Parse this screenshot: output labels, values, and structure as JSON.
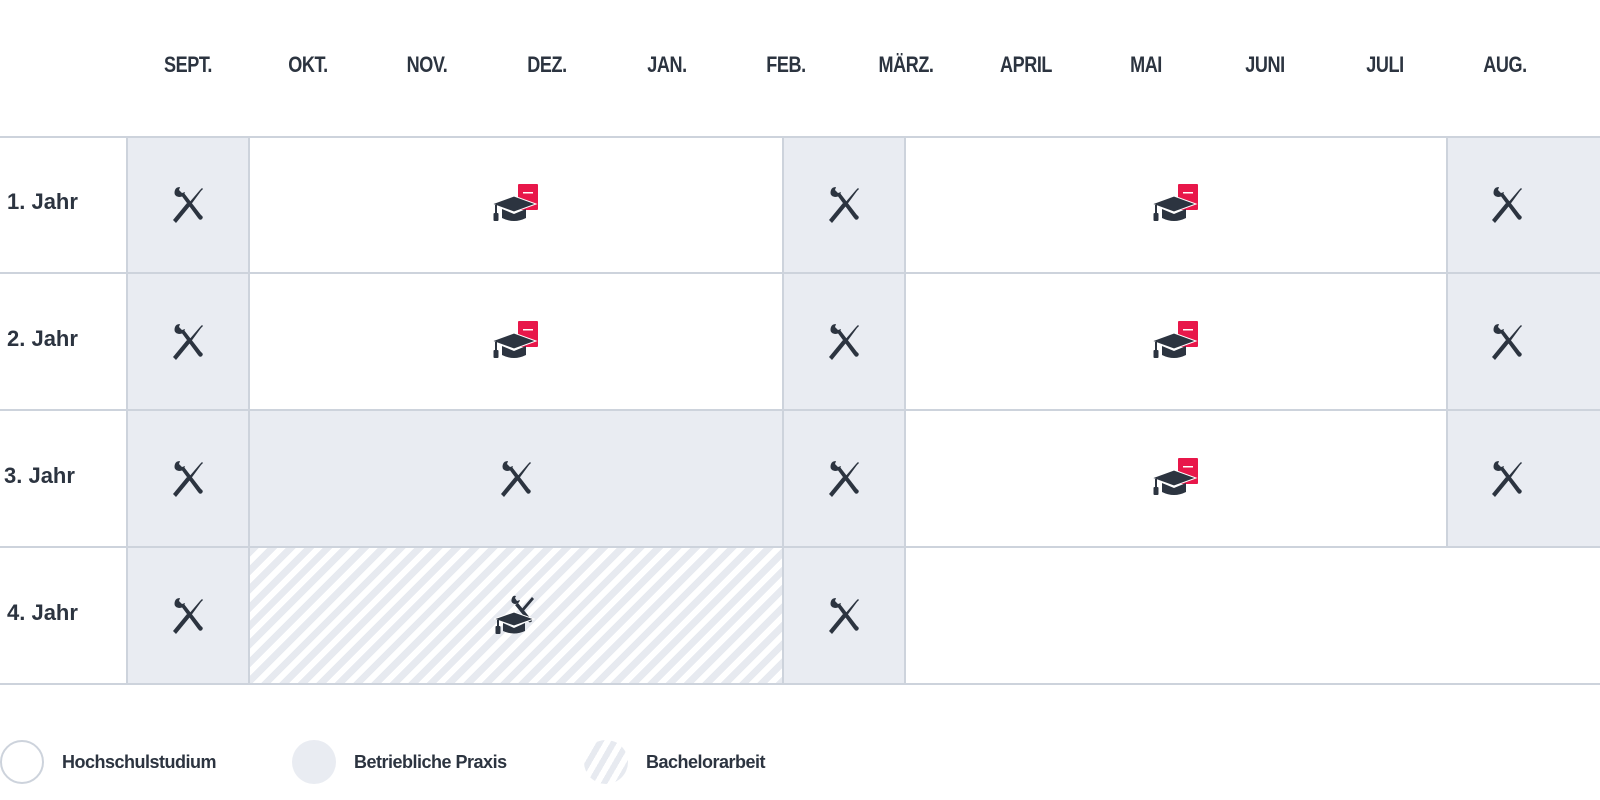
{
  "colors": {
    "text": "#2c3440",
    "accent": "#e8174a",
    "praxis_bg": "#e9ecf2",
    "grid_line": "#cdd3dc",
    "studium_bg": "#ffffff"
  },
  "months": [
    "SEPT.",
    "OKT.",
    "NOV.",
    "DEZ.",
    "JAN.",
    "FEB.",
    "MÄRZ.",
    "APRIL",
    "MAI",
    "JUNI",
    "JULI",
    "AUG."
  ],
  "rows": [
    {
      "label": "1. Jahr",
      "segments": [
        {
          "type": "praxis",
          "span": "SEPT.",
          "icon": "tools-icon"
        },
        {
          "type": "studium",
          "span": "OKT.–JAN.",
          "icon": "graduation-cap-document-icon"
        },
        {
          "type": "praxis",
          "span": "FEB.",
          "icon": "tools-icon"
        },
        {
          "type": "studium",
          "span": "MÄRZ.–JULI",
          "icon": "graduation-cap-document-icon"
        },
        {
          "type": "praxis",
          "span": "AUG.",
          "icon": "tools-icon"
        }
      ]
    },
    {
      "label": "2. Jahr",
      "segments": [
        {
          "type": "praxis",
          "span": "SEPT.",
          "icon": "tools-icon"
        },
        {
          "type": "studium",
          "span": "OKT.–JAN.",
          "icon": "graduation-cap-document-icon"
        },
        {
          "type": "praxis",
          "span": "FEB.",
          "icon": "tools-icon"
        },
        {
          "type": "studium",
          "span": "MÄRZ.–JULI",
          "icon": "graduation-cap-document-icon"
        },
        {
          "type": "praxis",
          "span": "AUG.",
          "icon": "tools-icon"
        }
      ]
    },
    {
      "label": "3. Jahr",
      "segments": [
        {
          "type": "praxis",
          "span": "SEPT.",
          "icon": "tools-icon"
        },
        {
          "type": "praxis",
          "span": "OKT.–JAN.",
          "icon": "tools-icon"
        },
        {
          "type": "praxis",
          "span": "FEB.",
          "icon": "tools-icon"
        },
        {
          "type": "studium",
          "span": "MÄRZ.–JULI",
          "icon": "graduation-cap-document-icon"
        },
        {
          "type": "praxis",
          "span": "AUG.",
          "icon": "tools-icon"
        }
      ]
    },
    {
      "label": "4. Jahr",
      "segments": [
        {
          "type": "praxis",
          "span": "SEPT.",
          "icon": "tools-icon"
        },
        {
          "type": "bachelorarbeit",
          "span": "OKT.–JAN.",
          "icon": "graduation-cap-tools-icon"
        },
        {
          "type": "praxis",
          "span": "FEB.",
          "icon": "tools-icon"
        }
      ]
    }
  ],
  "legend": [
    {
      "key": "studium",
      "label": "Hochschulstudium"
    },
    {
      "key": "praxis",
      "label": "Betriebliche Praxis"
    },
    {
      "key": "thesis",
      "label": "Bachelorarbeit"
    }
  ]
}
